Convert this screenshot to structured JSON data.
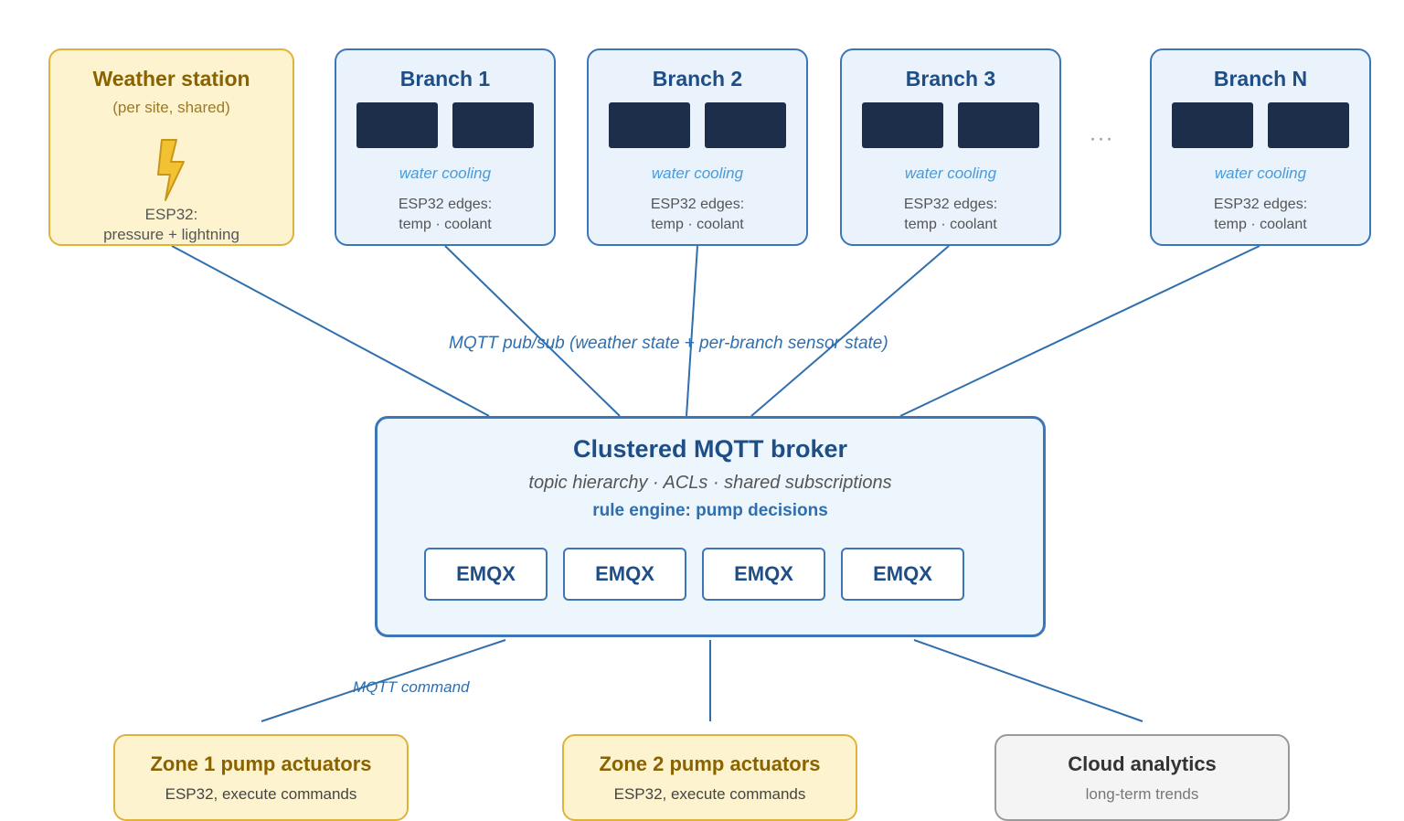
{
  "weather": {
    "title": "Weather station",
    "subtitle": "(per site, shared)",
    "icon": "lightning-bolt-icon",
    "edge_line1": "ESP32:",
    "edge_line2": "pressure + lightning"
  },
  "branches": [
    {
      "title": "Branch 1",
      "cooling": "water cooling",
      "edges_line1": "ESP32 edges:",
      "edges_line2": "temp · coolant"
    },
    {
      "title": "Branch 2",
      "cooling": "water cooling",
      "edges_line1": "ESP32 edges:",
      "edges_line2": "temp · coolant"
    },
    {
      "title": "Branch 3",
      "cooling": "water cooling",
      "edges_line1": "ESP32 edges:",
      "edges_line2": "temp · coolant"
    },
    {
      "title": "Branch N",
      "cooling": "water cooling",
      "edges_line1": "ESP32 edges:",
      "edges_line2": "temp · coolant"
    }
  ],
  "ellipsis": "···",
  "mqtt_pubsub_label": "MQTT pub/sub (weather state + per-branch sensor state)",
  "broker": {
    "title": "Clustered MQTT broker",
    "subtitle": "topic hierarchy · ACLs · shared subscriptions",
    "rule": "rule engine: pump decisions",
    "nodes": [
      "EMQX",
      "EMQX",
      "EMQX",
      "EMQX"
    ]
  },
  "mqtt_command_label": "MQTT command",
  "zones": [
    {
      "title": "Zone 1 pump actuators",
      "subtitle": "ESP32, execute commands"
    },
    {
      "title": "Zone 2 pump actuators",
      "subtitle": "ESP32, execute commands"
    }
  ],
  "cloud": {
    "title": "Cloud analytics",
    "subtitle": "long-term trends"
  },
  "colors": {
    "connector": "#2f6fae",
    "branch_border": "#3d76b8",
    "weather_border": "#ddb33a",
    "rack": "#1c2e4a"
  }
}
